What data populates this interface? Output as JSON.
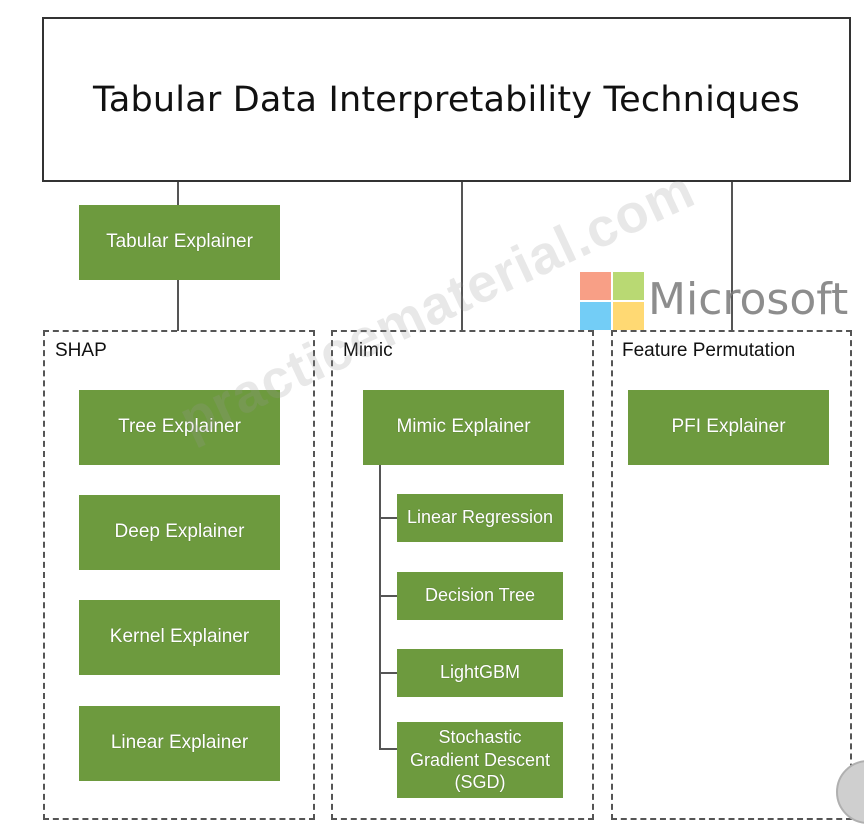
{
  "title": "Tabular Data Interpretability Techniques",
  "root_node": "Tabular Explainer",
  "groups": {
    "shap": {
      "label": "SHAP",
      "items": [
        "Tree Explainer",
        "Deep Explainer",
        "Kernel Explainer",
        "Linear Explainer"
      ]
    },
    "mimic": {
      "label": "Mimic",
      "explainer": "Mimic Explainer",
      "models": [
        "Linear Regression",
        "Decision Tree",
        "LightGBM",
        "Stochastic\nGradient Descent\n(SGD)"
      ]
    },
    "feature_permutation": {
      "label": "Feature Permutation",
      "items": [
        "PFI Explainer"
      ]
    }
  },
  "overlay": {
    "logo_text": "Microsoft",
    "watermark_text": "practicematerial.com",
    "logo_colors": [
      "#f25022",
      "#7fba00",
      "#00a4ef",
      "#ffb900"
    ]
  },
  "colors": {
    "node_fill": "#6d9a3e",
    "node_text": "#ffffff",
    "line": "#555555"
  }
}
